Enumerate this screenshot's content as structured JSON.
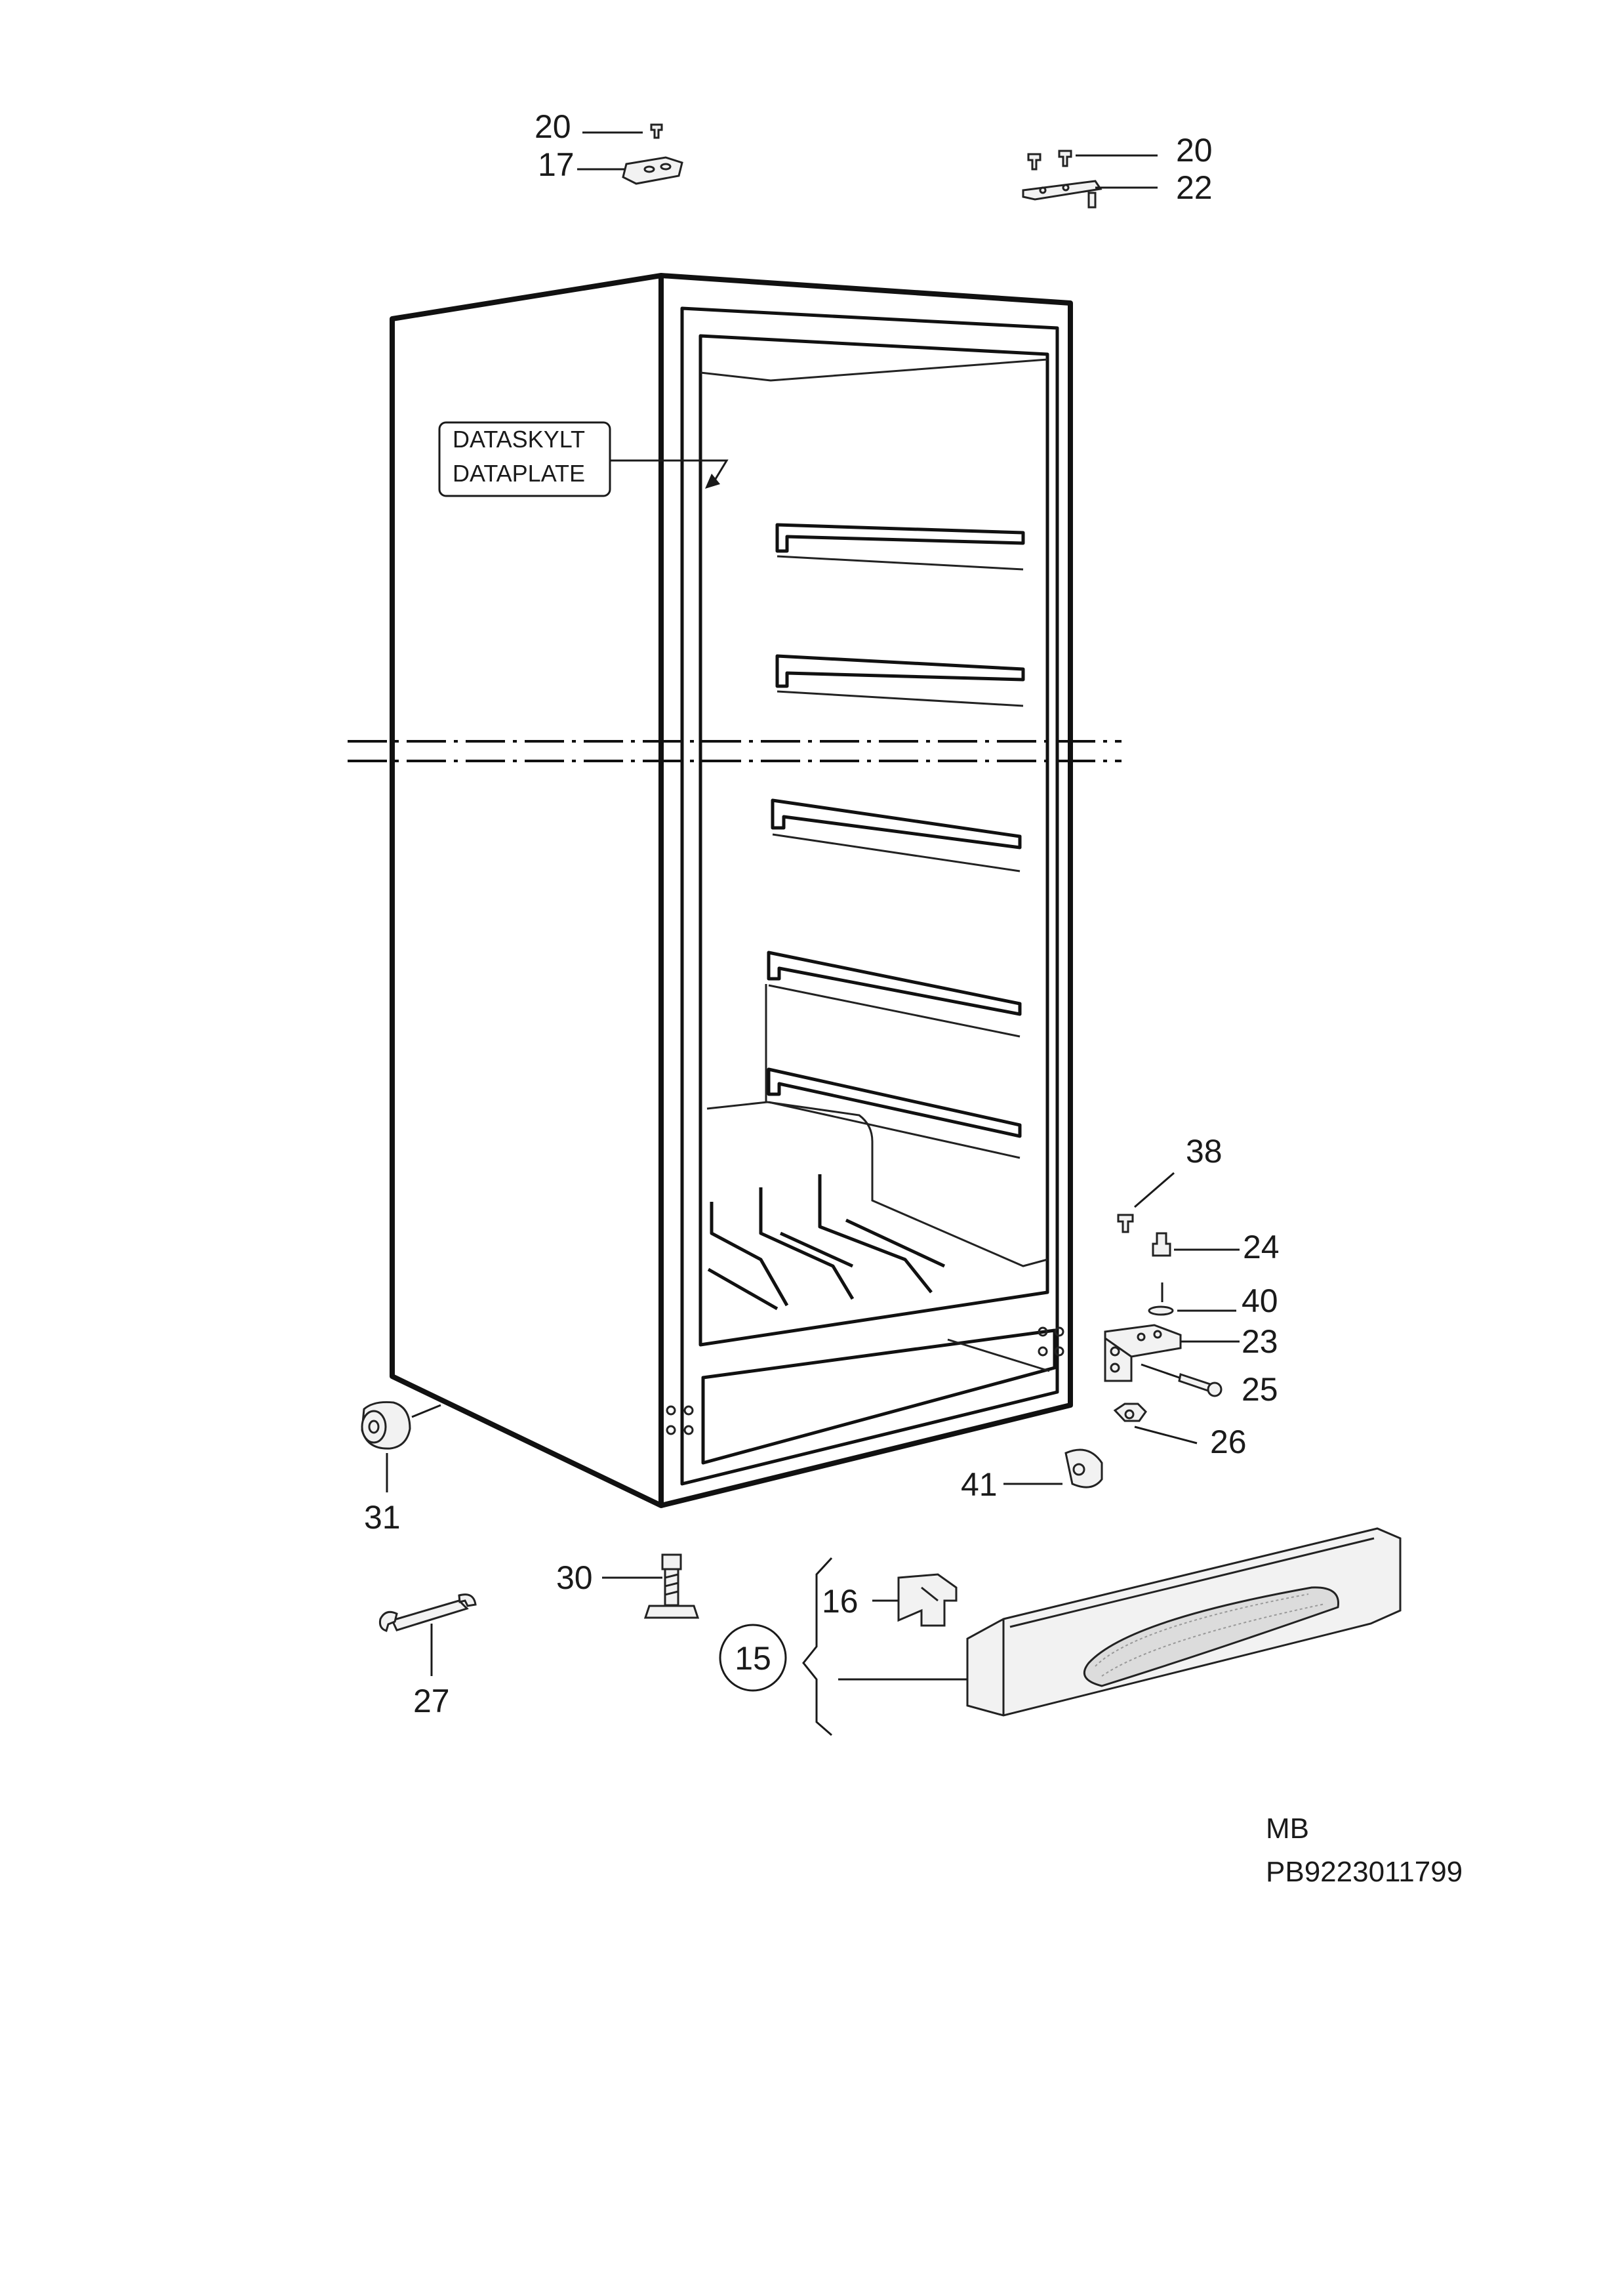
{
  "plate": {
    "line1": "DATASKYLT",
    "line2": "DATAPLATE"
  },
  "labels": {
    "p20a": "20",
    "p17": "17",
    "p20b": "20",
    "p22": "22",
    "p38": "38",
    "p24": "24",
    "p40": "40",
    "p23": "23",
    "p25": "25",
    "p26": "26",
    "p41": "41",
    "p31": "31",
    "p30": "30",
    "p16": "16",
    "p15": "15",
    "p27": "27"
  },
  "footer": {
    "code1": "MB",
    "code2": "PB9223011799"
  }
}
